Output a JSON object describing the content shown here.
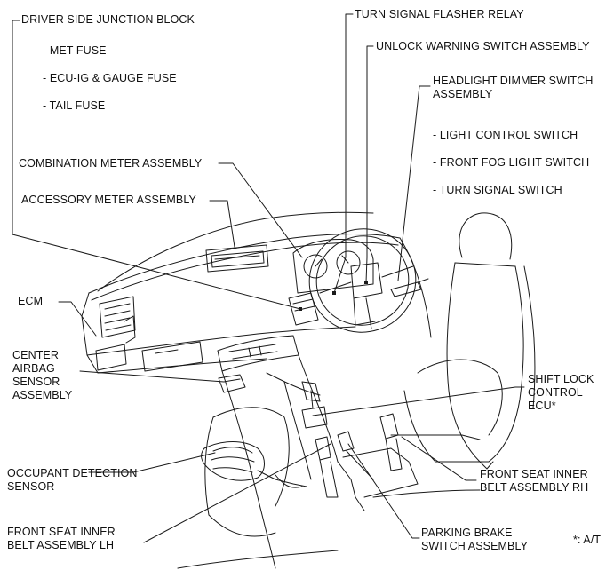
{
  "labels": {
    "driver_junction_block": "DRIVER SIDE JUNCTION BLOCK",
    "met_fuse": "- MET FUSE",
    "ecu_ig_gauge_fuse": "- ECU-IG & GAUGE FUSE",
    "tail_fuse": "- TAIL FUSE",
    "turn_signal_flasher_relay": "TURN SIGNAL FLASHER RELAY",
    "unlock_warning_switch": "UNLOCK WARNING SWITCH ASSEMBLY",
    "headlight_dimmer_switch": "HEADLIGHT DIMMER SWITCH\nASSEMBLY",
    "light_control_switch": "- LIGHT CONTROL SWITCH",
    "front_fog_light_switch": "- FRONT FOG LIGHT SWITCH",
    "turn_signal_switch": "- TURN SIGNAL SWITCH",
    "combination_meter": "COMBINATION METER ASSEMBLY",
    "accessory_meter": "ACCESSORY METER ASSEMBLY",
    "ecm": "ECM",
    "center_airbag_sensor": "CENTER\nAIRBAG\nSENSOR\nASSEMBLY",
    "shift_lock_control_ecu": "SHIFT LOCK\nCONTROL\nECU*",
    "occupant_detection_sensor": "OCCUPANT DETECTION\nSENSOR",
    "front_seat_inner_belt_rh": "FRONT SEAT INNER\nBELT ASSEMBLY RH",
    "front_seat_inner_belt_lh": "FRONT SEAT INNER\nBELT ASSEMBLY LH",
    "parking_brake_switch": "PARKING BRAKE\nSWITCH ASSEMBLY",
    "footnote": "*: A/T"
  }
}
